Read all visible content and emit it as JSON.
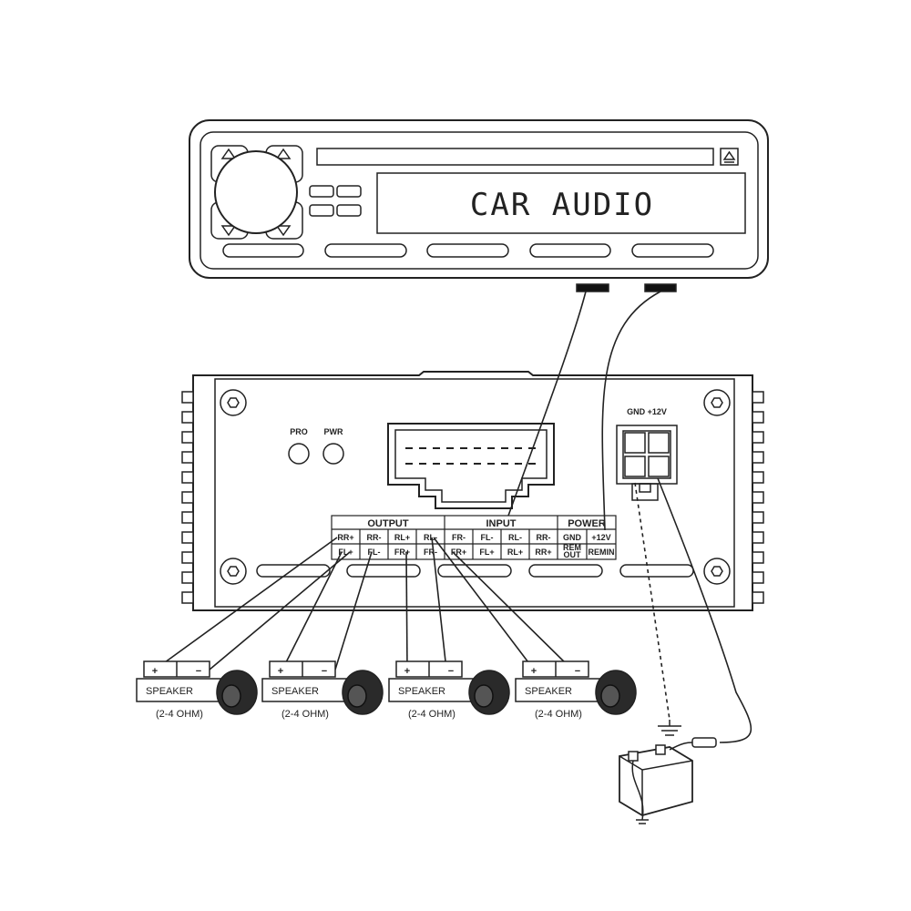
{
  "head_unit": {
    "display_text": "CAR AUDIO"
  },
  "amplifier": {
    "indicators": [
      "PRO",
      "PWR"
    ],
    "power_connector_label": "GND +12V",
    "terminal_block": {
      "groups": [
        "OUTPUT",
        "INPUT",
        "POWER"
      ],
      "row1": [
        "RR+",
        "RR-",
        "RL+",
        "RL-",
        "FR-",
        "FL-",
        "RL-",
        "RR-",
        "GND",
        "+12V"
      ],
      "row2": [
        "FL+",
        "FL-",
        "FR+",
        "FR-",
        "FR+",
        "FL+",
        "RL+",
        "RR+",
        "REM OUT",
        "REMIN"
      ]
    }
  },
  "speakers": [
    {
      "plus": "+",
      "minus": "−",
      "label": "SPEAKER",
      "impedance": "(2-4 OHM)"
    },
    {
      "plus": "+",
      "minus": "−",
      "label": "SPEAKER",
      "impedance": "(2-4 OHM)"
    },
    {
      "plus": "+",
      "minus": "−",
      "label": "SPEAKER",
      "impedance": "(2-4 OHM)"
    },
    {
      "plus": "+",
      "minus": "−",
      "label": "SPEAKER",
      "impedance": "(2-4 OHM)"
    }
  ],
  "colors": {
    "line": "#222222",
    "background": "#ffffff"
  }
}
